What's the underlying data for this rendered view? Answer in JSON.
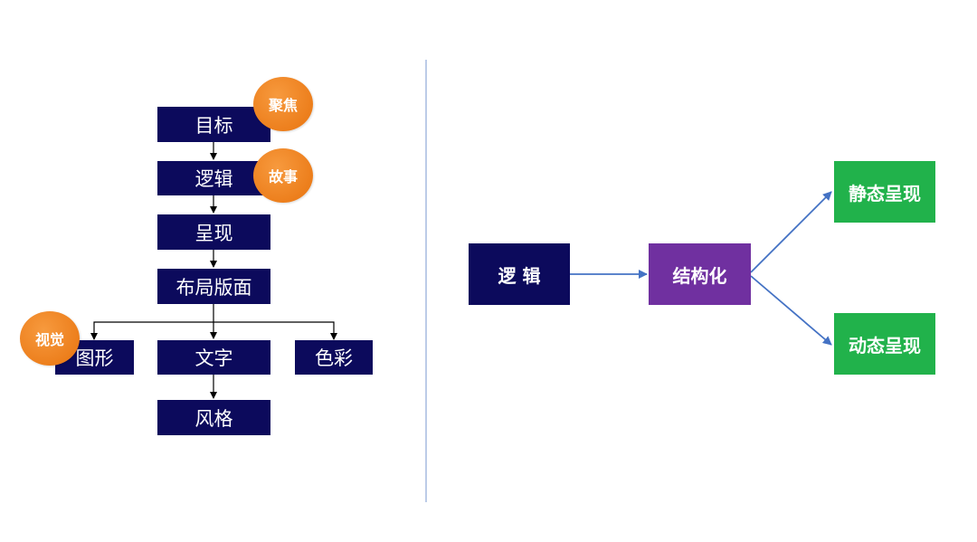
{
  "left_flow": {
    "goal": "目标",
    "logic": "逻辑",
    "present": "呈现",
    "layout": "布局版面",
    "graphics": "图形",
    "text": "文字",
    "color": "色彩",
    "style": "风格"
  },
  "badges": {
    "focus": "聚焦",
    "story": "故事",
    "visual": "视觉"
  },
  "right_flow": {
    "logic": "逻 辑",
    "structure": "结构化",
    "static": "静态呈现",
    "dynamic": "动态呈现"
  },
  "colors": {
    "navy": "#0c0a5c",
    "purple": "#7030a0",
    "green": "#21b24b",
    "orange": "#f08a24",
    "connector_blue": "#4472c4"
  }
}
